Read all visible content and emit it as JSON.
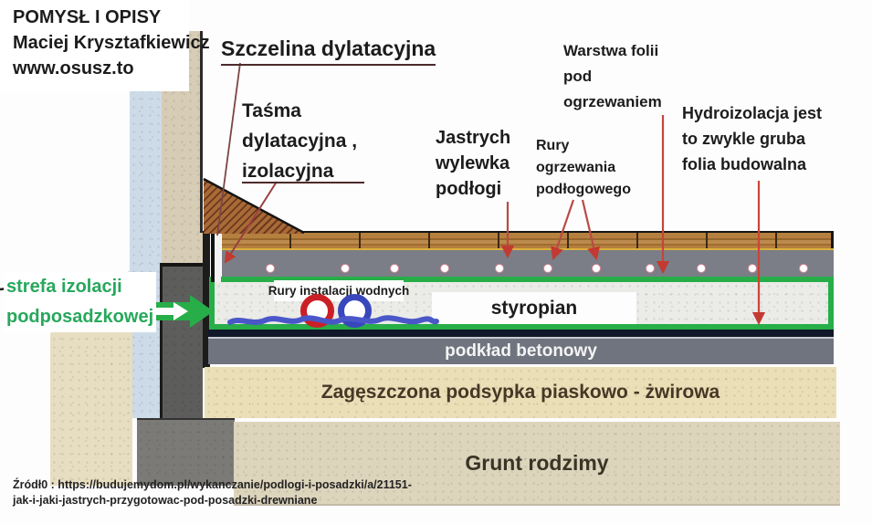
{
  "header": {
    "line1": "POMYSŁ I OPISY",
    "line2": "Maciej Krysztafkiewicz",
    "line3": "www.osusz.to"
  },
  "callouts": {
    "szczelina": "Szczelina dylatacyjna",
    "tasma_l1": "Taśma",
    "tasma_l2": "dylatacyjna ,",
    "tasma_l3": "izolacyjna",
    "jastrych_l1": "Jastrych",
    "jastrych_l2": "wylewka",
    "jastrych_l3": "podłogi",
    "rury_ogrzewania_l1": "Rury",
    "rury_ogrzewania_l2": "ogrzewania",
    "rury_ogrzewania_l3": "podłogowego",
    "warstwa_l1": "Warstwa folii",
    "warstwa_l2": "pod",
    "warstwa_l3": "ogrzewaniem",
    "hydro_l1": "Hydroizolacja jest",
    "hydro_l2": "to zwykle gruba",
    "hydro_l3": "folia budowalna",
    "strefa_l1": "strefa izolacji",
    "strefa_l2": "podposadzkowej"
  },
  "layers": {
    "rury_wodne": "Rury instalacji wodnych",
    "styropian": "styropian",
    "podklad": "podkład betonowy",
    "podsypka": "Zagęszczona podsypka piaskowo - żwirowa",
    "grunt": "Grunt rodzimy"
  },
  "source": {
    "line1": "Źródł0 : https://budujemydom.pl/wykanczanie/podlogi-i-posadzki/a/21151-",
    "line2": "jak-i-jaki-jastrych-przygotowac-pod-posadzki-drewniane"
  },
  "colors": {
    "green_accent": "#27ae49",
    "green_text": "#27a85c",
    "red_arrow": "#c23a31",
    "maroon_pointer": "#7d4545",
    "wood": "#b5803f",
    "screed_gray": "#7b7e87",
    "navy_hydro_line": "#10182a",
    "podklad_gray": "#6f747e",
    "podsypka_sand": "#eadfb6",
    "grunt_beige": "#ddd4bc",
    "wall_beige": "#d7ccb5",
    "wall_blue": "#cddbe8",
    "pipe_red": "#cb1f26",
    "pipe_blue": "#3947bd"
  }
}
